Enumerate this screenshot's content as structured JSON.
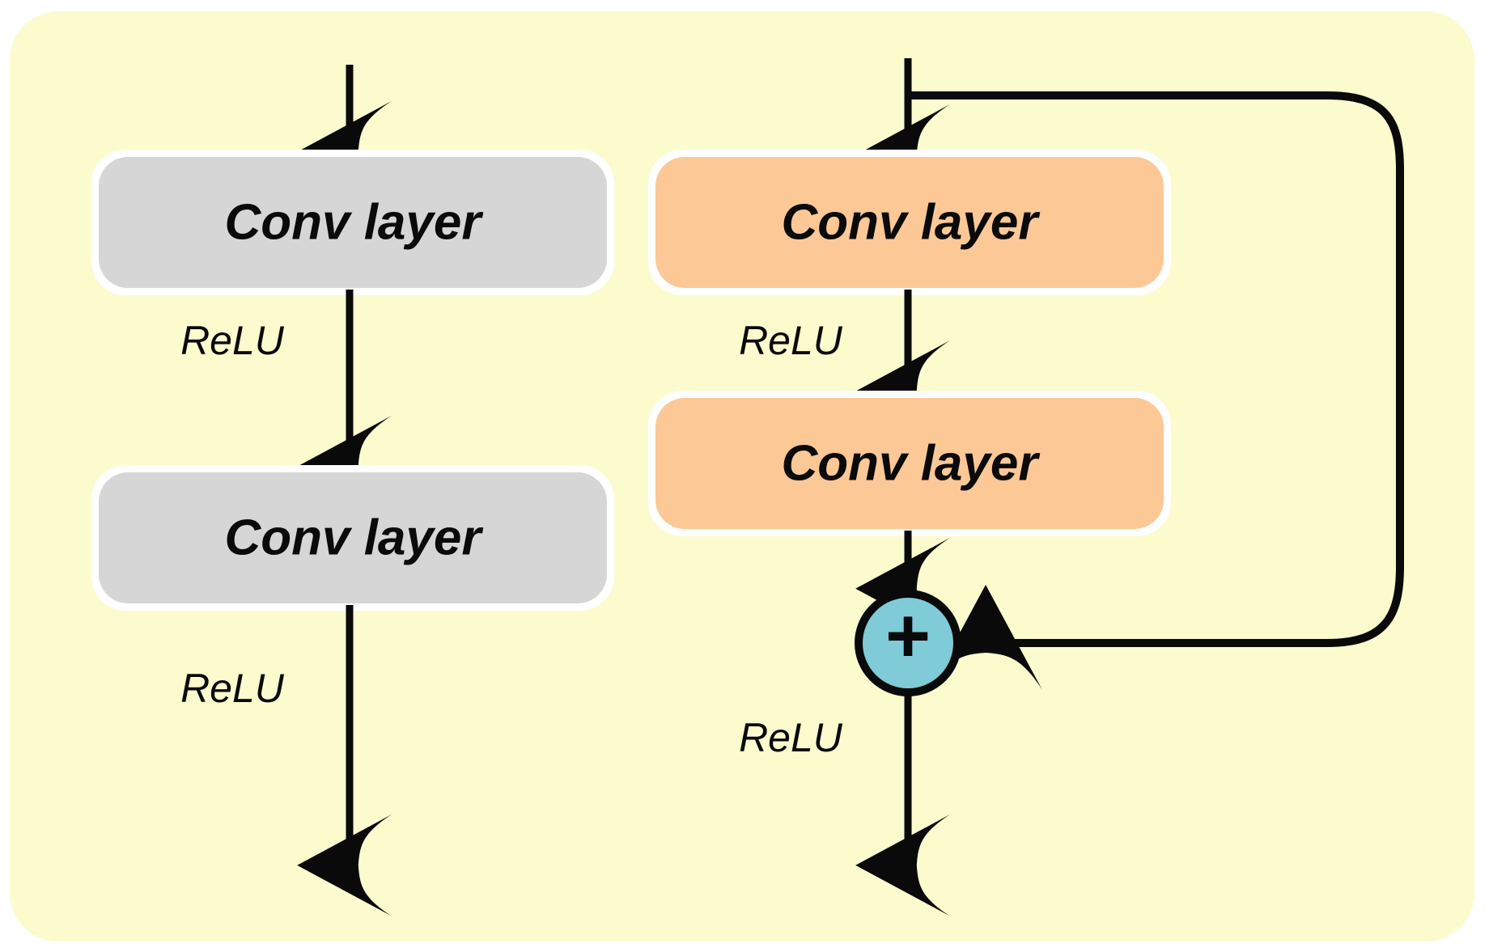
{
  "figure": {
    "name": "residual-block-comparison",
    "panel_background": "#FBFBCE",
    "page_background": "#FFFFFF",
    "box_halo_color": "#FFFFFF",
    "stroke_color": "#0A0A0A"
  },
  "plain_branch": {
    "name": "plain-network-branch",
    "box_fill": "#D6D6D6",
    "layers": [
      {
        "label": "Conv layer"
      },
      {
        "label": "Conv layer"
      }
    ],
    "activations": [
      {
        "label": "ReLU"
      },
      {
        "label": "ReLU"
      }
    ]
  },
  "residual_branch": {
    "name": "residual-network-branch",
    "box_fill": "#FCC896",
    "layers": [
      {
        "label": "Conv layer"
      },
      {
        "label": "Conv layer"
      }
    ],
    "activations": [
      {
        "label": "ReLU"
      },
      {
        "label": "ReLU"
      }
    ],
    "adder": {
      "symbol": "+",
      "fill": "#7FCBD8",
      "stroke": "#0A0A0A"
    },
    "skip_connection": {
      "name": "identity-shortcut"
    }
  }
}
